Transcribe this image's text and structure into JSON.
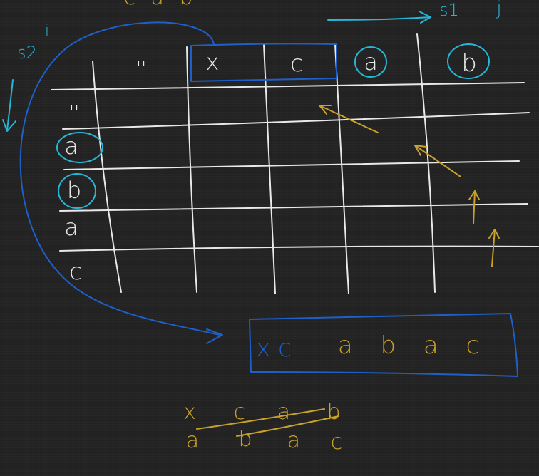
{
  "board": {
    "background": "#232323",
    "pen_colors": {
      "white": "#e9e9e9",
      "cyan": "#26b6d8",
      "blue": "#1f5fc9",
      "gold": "#c9a22a"
    }
  },
  "labels": {
    "top_cut": "c a b",
    "s1": "s1",
    "s1_index": "j",
    "s2": "s2",
    "s2_index": "i"
  },
  "table": {
    "col_headers": [
      "''",
      "x",
      "c",
      "a",
      "b"
    ],
    "row_headers": [
      "''",
      "a",
      "b",
      "a",
      "c"
    ]
  },
  "result_box": {
    "prefix": "x c",
    "suffix": "a b a c"
  },
  "bottom": {
    "line1": [
      "x",
      "c",
      "a",
      "b"
    ],
    "line2": [
      "a",
      "b",
      "a",
      "c"
    ]
  }
}
